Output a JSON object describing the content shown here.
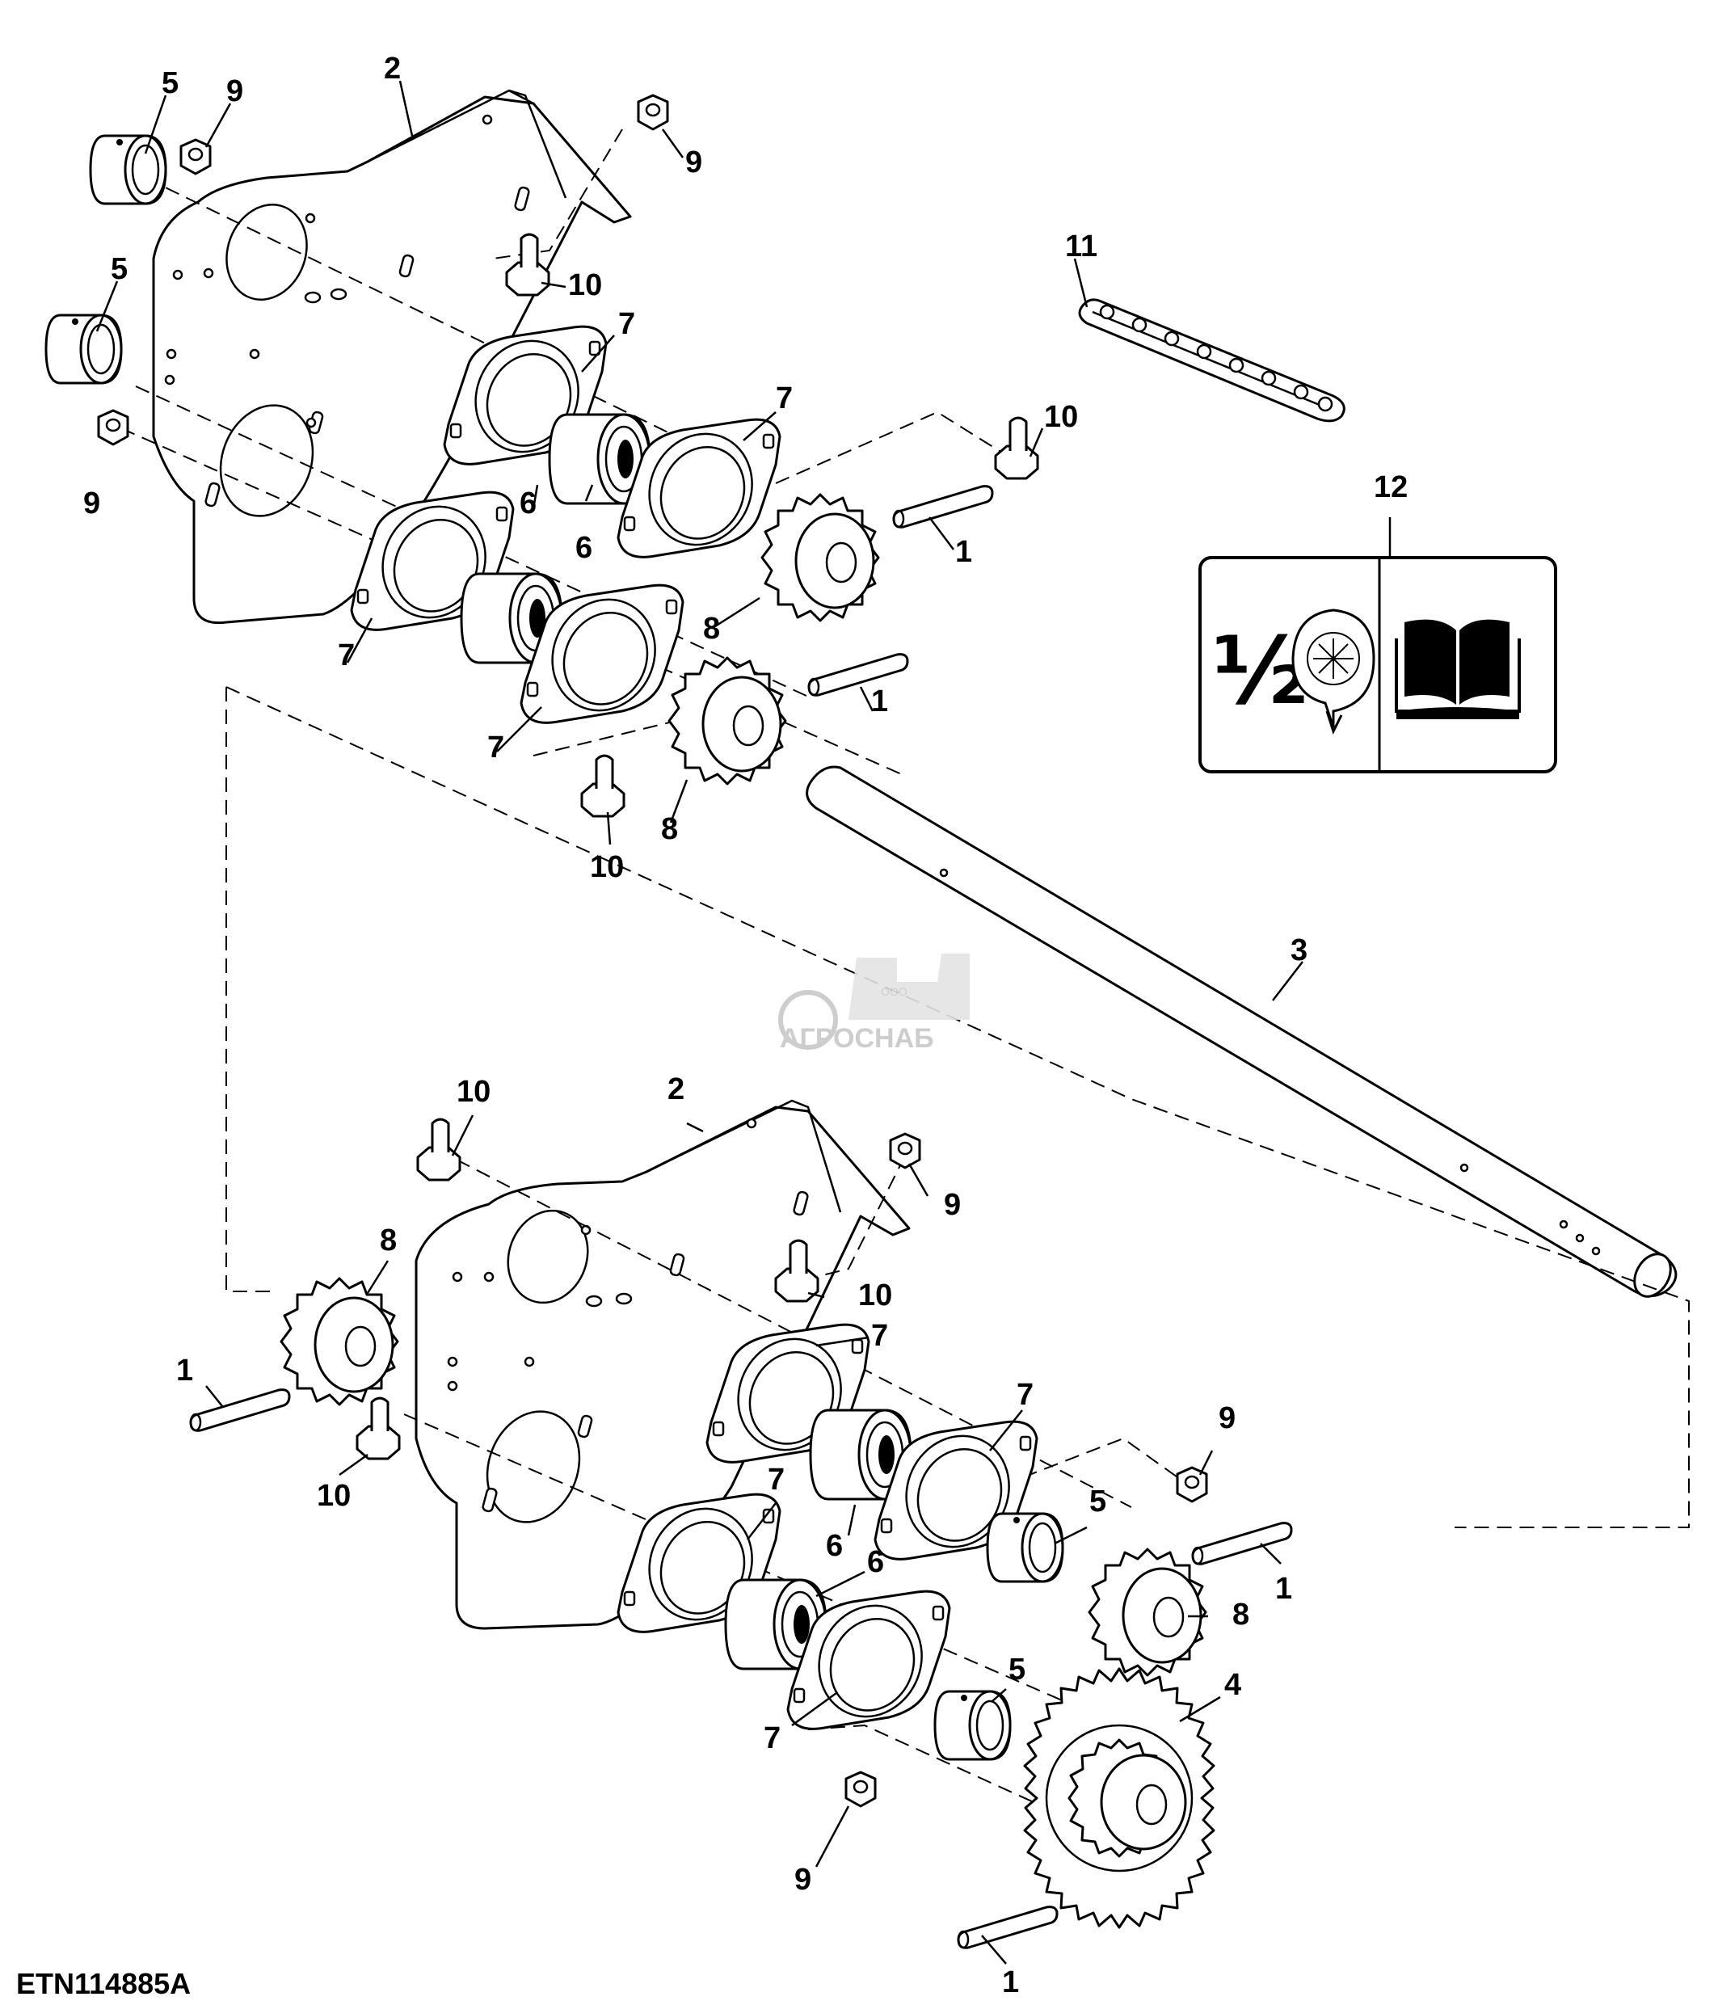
{
  "figure_id": "ETN114885A",
  "watermark": {
    "line1": "ООО",
    "line2": "АГРОСНАБ"
  },
  "decal": {
    "fraction": "½"
  },
  "callouts": {
    "upper_5a": "5",
    "upper_9a": "9",
    "upper_2": "2",
    "upper_9b": "9",
    "upper_5b": "5",
    "upper_10a": "10",
    "upper_11": "11",
    "upper_7a": "7",
    "upper_9c": "9",
    "upper_7b": "7",
    "upper_10b": "10",
    "upper_6a": "6",
    "upper_6b": "6",
    "upper_12": "12",
    "upper_1a": "1",
    "upper_7c": "7",
    "upper_8a": "8",
    "upper_1b": "1",
    "upper_7d": "7",
    "upper_10c": "10",
    "upper_8b": "8",
    "shaft_3": "3",
    "lower_10a": "10",
    "lower_2": "2",
    "lower_9a": "9",
    "lower_8a": "8",
    "lower_10b": "10",
    "lower_7a": "7",
    "lower_1a": "1",
    "lower_7b": "7",
    "lower_10c": "10",
    "lower_9b": "9",
    "lower_7c": "7",
    "lower_5a": "5",
    "lower_6a": "6",
    "lower_6b": "6",
    "lower_1b": "1",
    "lower_8b": "8",
    "lower_5b": "5",
    "lower_4": "4",
    "lower_7d": "7",
    "lower_9c": "9",
    "lower_1c": "1"
  }
}
